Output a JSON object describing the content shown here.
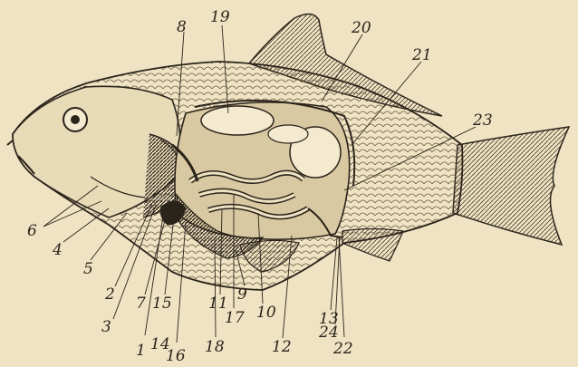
{
  "labels": [
    "1",
    "2",
    "3",
    "4",
    "5",
    "6",
    "7",
    "8",
    "9",
    "10",
    "11",
    "12",
    "13",
    "14",
    "15",
    "16",
    "17",
    "18",
    "19",
    "20",
    "21",
    "22",
    "23",
    "24"
  ],
  "colors": {
    "paper": "#efe3c3",
    "ink": "#2b241b",
    "shade": "#8a7a5e"
  }
}
